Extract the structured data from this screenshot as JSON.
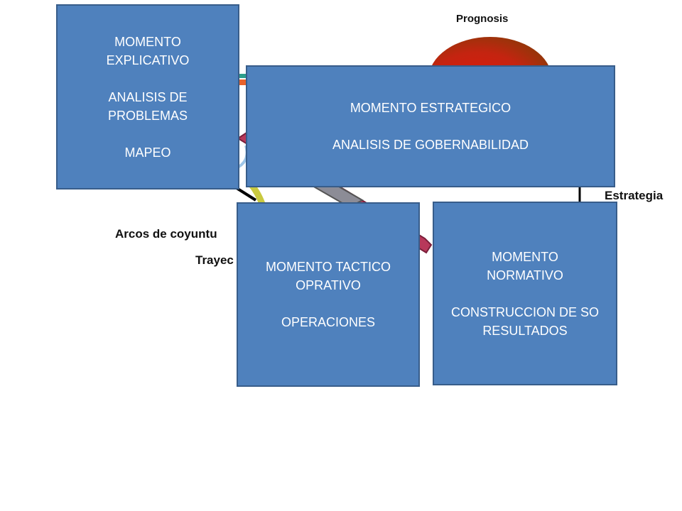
{
  "labels": {
    "prognosis": "Prognosis",
    "estrategia": "Estrategia",
    "arcos": "Arcos de coyuntu",
    "trayec": "Trayec"
  },
  "boxes": {
    "explicativo": "MOMENTO\nEXPLICATIVO\n\nANALISIS DE\nPROBLEMAS\n\nMAPEO",
    "estrategico": "MOMENTO ESTRATEGICO\n\nANALISIS DE GOBERNABILIDAD",
    "tactico": "MOMENTO TACTICO\nOPRATIVO\n\nOPERACIONES",
    "normativo": "MOMENTO\nNORMATIVO\n\nCONSTRUCCION DE SO\nRESULTADOS"
  },
  "colors": {
    "box_fill": "#4f81bd",
    "box_border": "#385d8a",
    "oval_red": "#d42a10",
    "arrow_red": "#b8385a",
    "arrow_gray": "#8c8c96",
    "arrow_yellow": "#c9c940",
    "bar_teal": "#2c9e8c",
    "bar_orange": "#e8622b"
  }
}
